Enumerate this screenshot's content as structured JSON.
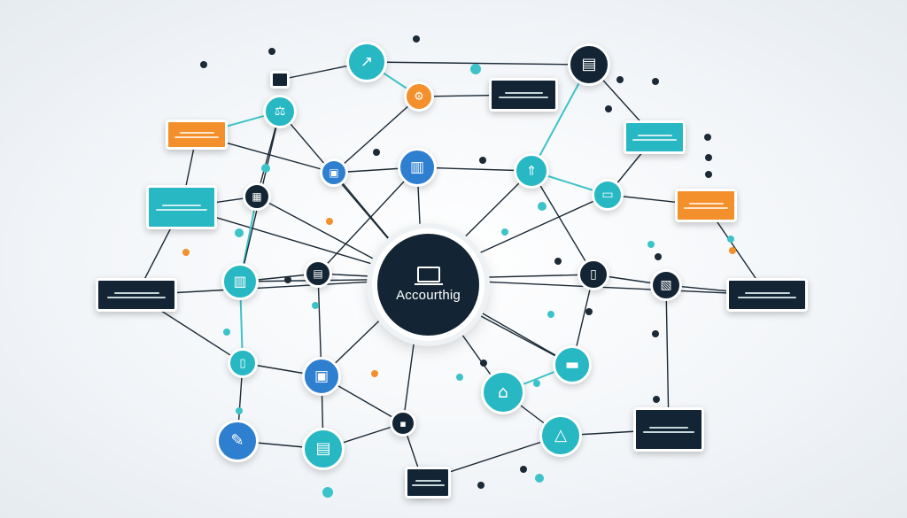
{
  "center": {
    "label": "Accourthig",
    "icon": "laptop-icon"
  },
  "colors": {
    "navy": "#132534",
    "teal": "#27b8c4",
    "blue": "#2f7fd0",
    "orange": "#f4902b",
    "line": "#1b2a36",
    "line_teal": "#3cc3c9"
  },
  "nodes": [
    {
      "id": "n1",
      "icon": "chart-icon",
      "color": "teal"
    },
    {
      "id": "n2",
      "icon": "stats-icon",
      "color": "navy"
    },
    {
      "id": "n3",
      "icon": "scale-icon",
      "color": "teal"
    },
    {
      "id": "n4",
      "icon": "gear-icon",
      "color": "orange"
    },
    {
      "id": "n5",
      "icon": "briefcase-icon",
      "color": "blue"
    },
    {
      "id": "n6",
      "icon": "clipboard-icon",
      "color": "blue"
    },
    {
      "id": "n7",
      "icon": "graph-icon",
      "color": "teal"
    },
    {
      "id": "n8",
      "icon": "calculator-icon",
      "color": "navy"
    },
    {
      "id": "n9",
      "icon": "monitor-icon",
      "color": "teal"
    },
    {
      "id": "n10",
      "icon": "document-icon",
      "color": "navy"
    },
    {
      "id": "n11",
      "icon": "phone-icon",
      "color": "navy"
    },
    {
      "id": "n12",
      "icon": "receipt-icon",
      "color": "navy"
    },
    {
      "id": "n13",
      "icon": "file-icon",
      "color": "teal"
    },
    {
      "id": "n14",
      "icon": "cube-icon",
      "color": "blue"
    },
    {
      "id": "n15",
      "icon": "card-icon",
      "color": "teal"
    },
    {
      "id": "n16",
      "icon": "tablet-icon",
      "color": "teal"
    },
    {
      "id": "n17",
      "icon": "home-icon",
      "color": "teal"
    },
    {
      "id": "n18",
      "icon": "pen-icon",
      "color": "blue"
    },
    {
      "id": "n19",
      "icon": "invoice-icon",
      "color": "teal"
    },
    {
      "id": "n20",
      "icon": "ruler-icon",
      "color": "teal"
    },
    {
      "id": "n21",
      "icon": "terminal-icon",
      "color": "navy"
    },
    {
      "id": "n22",
      "icon": "coin-icon",
      "color": "navy"
    }
  ],
  "boxes": [
    {
      "id": "b1",
      "color": "orange"
    },
    {
      "id": "b2",
      "color": "navy"
    },
    {
      "id": "b3",
      "color": "teal"
    },
    {
      "id": "b4",
      "color": "teal"
    },
    {
      "id": "b5",
      "color": "orange"
    },
    {
      "id": "b6",
      "color": "navy"
    },
    {
      "id": "b7",
      "color": "navy"
    },
    {
      "id": "b8",
      "color": "navy"
    },
    {
      "id": "b9",
      "color": "navy"
    },
    {
      "id": "b10",
      "color": "navy"
    }
  ]
}
